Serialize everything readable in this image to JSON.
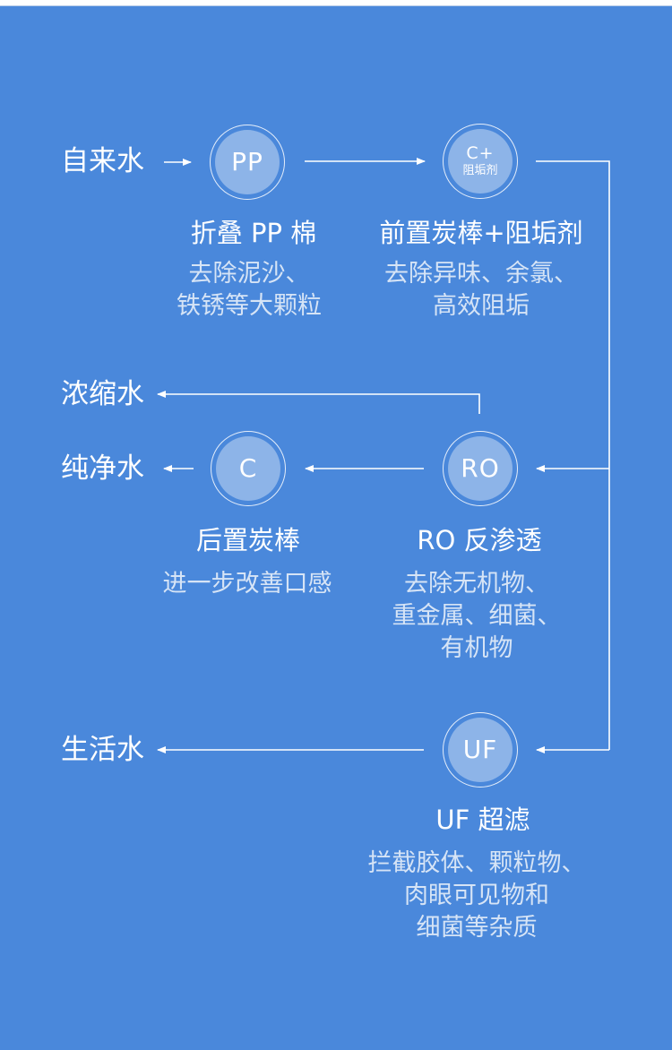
{
  "colors": {
    "background": "#4a88db",
    "node_fill": "#8db4e8",
    "line": "#ffffff",
    "title_text": "#ffffff",
    "desc_text": "#d6e4f6"
  },
  "inputs": {
    "tap_water": "自来水"
  },
  "outputs": {
    "concentrate": "浓缩水",
    "pure_water": "纯净水",
    "domestic_water": "生活水"
  },
  "stages": [
    {
      "id": "pp",
      "code": "PP",
      "sub": "",
      "title": "折叠 PP 棉",
      "desc": [
        "去除泥沙、",
        "铁锈等大颗粒"
      ]
    },
    {
      "id": "cplus",
      "code": "C+",
      "sub": "阻垢剂",
      "title": "前置炭棒+阻垢剂",
      "desc": [
        "去除异味、余氯、",
        "高效阻垢"
      ]
    },
    {
      "id": "ro",
      "code": "RO",
      "sub": "",
      "title": "RO 反渗透",
      "desc": [
        "去除无机物、",
        "重金属、细菌、",
        "有机物"
      ]
    },
    {
      "id": "c",
      "code": "C",
      "sub": "",
      "title": "后置炭棒",
      "desc": [
        "进一步改善口感"
      ]
    },
    {
      "id": "uf",
      "code": "UF",
      "sub": "",
      "title": "UF 超滤",
      "desc": [
        "拦截胶体、颗粒物、",
        "肉眼可见物和",
        "细菌等杂质"
      ]
    }
  ],
  "flow": [
    {
      "from": "自来水",
      "to": "PP"
    },
    {
      "from": "PP",
      "to": "C+"
    },
    {
      "from": "C+",
      "to": "RO"
    },
    {
      "from": "C+",
      "to": "UF"
    },
    {
      "from": "RO",
      "to": "C"
    },
    {
      "from": "RO",
      "to": "浓缩水"
    },
    {
      "from": "C",
      "to": "纯净水"
    },
    {
      "from": "UF",
      "to": "生活水"
    }
  ]
}
